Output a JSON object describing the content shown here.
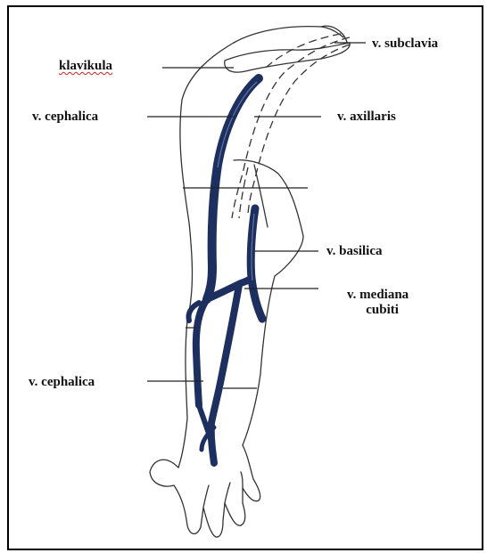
{
  "labels": {
    "subclavia": "v. subclavia",
    "klavikula": "klavikula",
    "cephalica_upper": "v. cephalica",
    "axillaris": "v. axillaris",
    "basilica": "v. basilica",
    "mediana_line1": "v. mediana",
    "mediana_line2": "cubiti",
    "cephalica_lower": "v. cephalica"
  },
  "colors": {
    "vein": "#1c2f5e",
    "outline": "#333333",
    "leader": "#222222",
    "spellcheck_underline": "#cc2222"
  }
}
